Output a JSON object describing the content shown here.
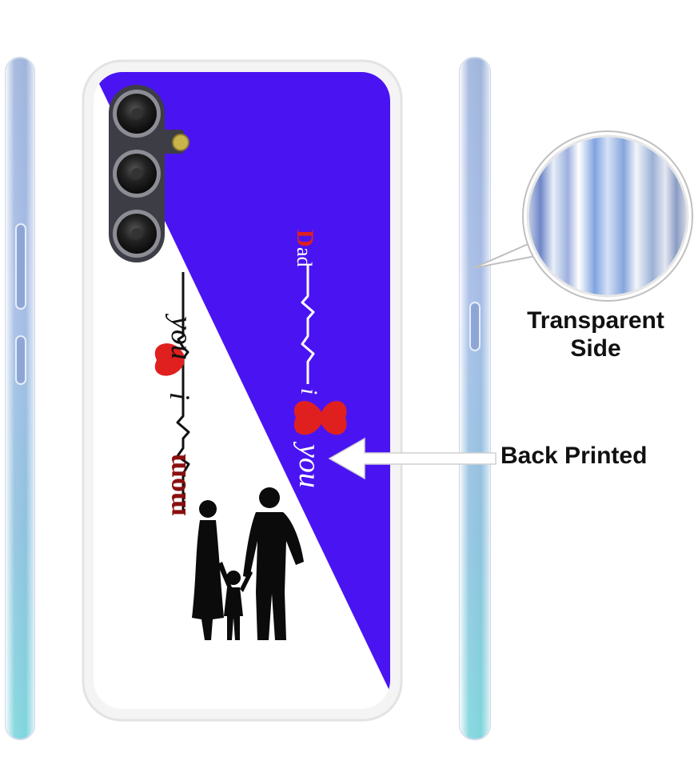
{
  "callouts": {
    "transparent_side_line1": "Transparent",
    "transparent_side_line2": "Side",
    "back_printed": "Back Printed"
  },
  "print_design": {
    "dad_first_letter": "D",
    "dad_rest": "ad",
    "mom_word": "mom",
    "love_word": "you",
    "letter_i": "i",
    "background_color": "#4a14f2",
    "heart_color": "#e0201f"
  },
  "icons": {
    "heart": "heart-icon",
    "heartbeat": "heartbeat-line",
    "family": "family-silhouette",
    "camera": "camera-lens"
  }
}
